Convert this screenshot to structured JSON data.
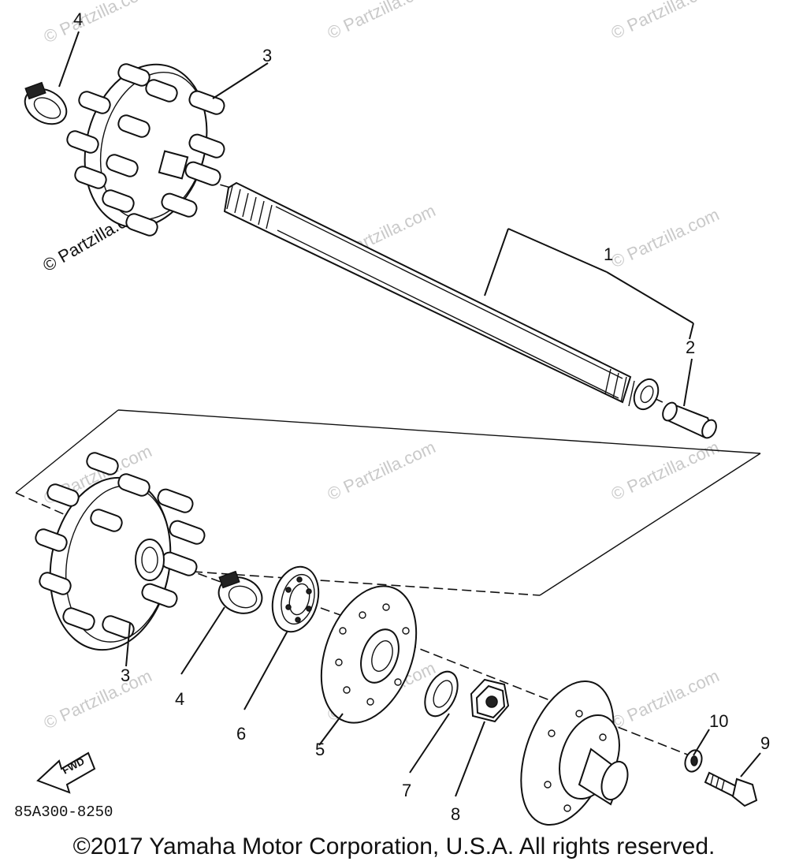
{
  "callouts": {
    "p1": "1",
    "p2": "2",
    "p3_top": "3",
    "p3_bottom": "3",
    "p4_top": "4",
    "p4_bottom": "4",
    "p5": "5",
    "p6": "6",
    "p7": "7",
    "p8": "8",
    "p9": "9",
    "p10": "10"
  },
  "watermark": "© Partzilla.com",
  "diagram_code": "85A300-8250",
  "fwd_label": "FWD",
  "copyright": "©2017 Yamaha Motor Corporation, U.S.A. All rights reserved."
}
